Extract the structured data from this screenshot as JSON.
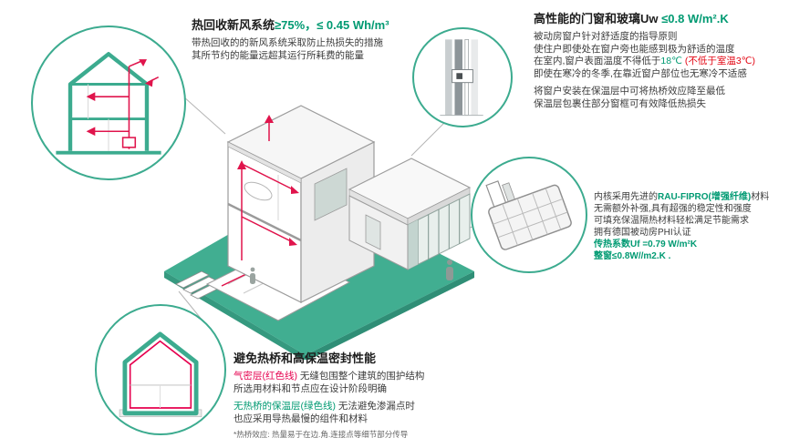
{
  "colors": {
    "teal_accent": "#3cab8f",
    "green_text": "#009a72",
    "red_text": "#e30613",
    "magenta_line": "#e6004f",
    "duct_red": "#e0144c",
    "body_text": "#3c3c3c"
  },
  "hrv": {
    "title_black": "热回收新风系统",
    "title_green": "≥75%，≤ 0.45 Wh/m³",
    "line1": "带热回收的的新风系统采取防止热损失的措施",
    "line2": "其所节约的能量远超其运行所耗费的能量"
  },
  "windows": {
    "title_black": "高性能的门窗和玻璃Uw ",
    "title_green": "≤0.8 W/m².K",
    "p1l1": "被动房窗户针对舒适度的指导原则",
    "p1l2": "使住户即使处在窗户旁也能感到极为舒适的温度",
    "p1l3_pre": "在室内,窗户表面温度不得低于",
    "p1l3_green": "18℃",
    "p1l3_red": " (不低于室温3℃)",
    "p1l4": "即使在寒冷的冬季,在靠近窗户部位也无寒冷不适感",
    "p2l1": "将窗户安装在保温层中可将热桥效应降至最低",
    "p2l2": "保温层包裹住部分窗框可有效降低热损失"
  },
  "profile": {
    "l1_pre": "内核采用先进的",
    "l1_green": "RAU-FIPRO(增强纤维)",
    "l1_post": "材料",
    "l2": "无需额外补强,具有超强的稳定性和强度",
    "l3": "可填充保温隔热材料轻松满足节能需求",
    "l4": "拥有德国被动房PHI认证",
    "g1": "传热系数Uf =0.79 W/m²K",
    "g2": "整窗≤0.8W//m2.K ."
  },
  "thermal": {
    "title": "避免热桥和高保温密封性能",
    "red_label": "气密层(红色线)",
    "l1_rest": " 无缝包围整个建筑的围护结构",
    "l2": "所选用材料和节点应在设计阶段明确",
    "green_label": "无热桥的保温层(绿色线)",
    "l3_rest": " 无法避免渗漏点时",
    "l4": "也应采用导热最慢的组件和材料",
    "footnote": "*热桥效应: 热量易于在边.角.连接点等细节部分传导"
  }
}
